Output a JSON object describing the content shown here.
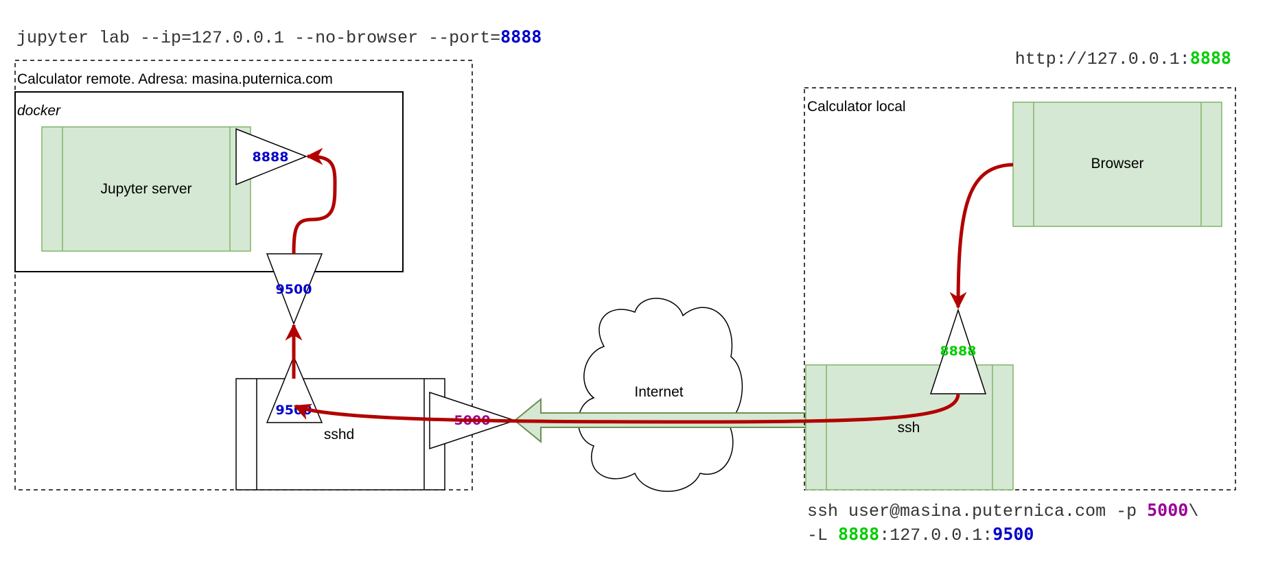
{
  "colors": {
    "blue": "#0000cc",
    "green": "#00cc00",
    "purple": "#990099",
    "red": "#b20000",
    "process_fill": "#d5e8d4",
    "process_stroke": "#82b366"
  },
  "top_command": {
    "prefix": "jupyter lab --ip=127.0.0.1 --no-browser --port=",
    "port": "8888"
  },
  "browser_url": {
    "prefix": "http://127.0.0.1:",
    "port": "8888"
  },
  "remote": {
    "label": "Calculator remote. Adresa: masina.puternica.com",
    "docker_label": "docker",
    "jupyter_label": "Jupyter server",
    "jupyter_port": "8888",
    "docker_port": "9500",
    "sshd_label": "sshd",
    "sshd_forward_port": "9500",
    "sshd_port": "5000"
  },
  "internet_label": "Internet",
  "local": {
    "label": "Calculator local",
    "browser_label": "Browser",
    "ssh_label": "ssh",
    "ssh_local_port": "8888"
  },
  "ssh_command": {
    "line1_prefix": "ssh user@masina.puternica.com -p ",
    "line1_port": "5000",
    "line1_suffix": "\\",
    "line2_prefix": "-L ",
    "line2_local": "8888",
    "line2_mid": ":127.0.0.1:",
    "line2_remote": "9500"
  }
}
